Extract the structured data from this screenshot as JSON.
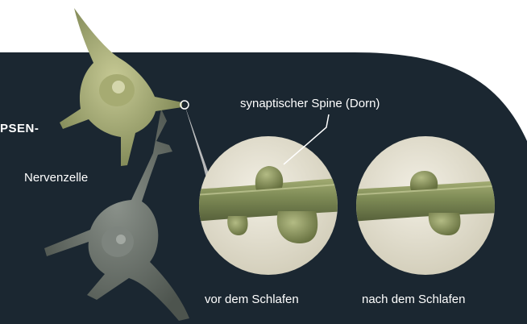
{
  "colors": {
    "panel": "#1b2731",
    "neuron_active": "#9aa06a",
    "neuron_dim": "#5f675f",
    "circle_bg": "#e6e2d4",
    "dendrite": "#7e8a58",
    "text": "#ffffff"
  },
  "labels": {
    "title_fragment": "PSEN-",
    "neuron": "Nervenzelle",
    "spine": "synaptischer Spine (Dorn)",
    "before": "vor dem Schlafen",
    "after": "nach dem Schlafen"
  }
}
